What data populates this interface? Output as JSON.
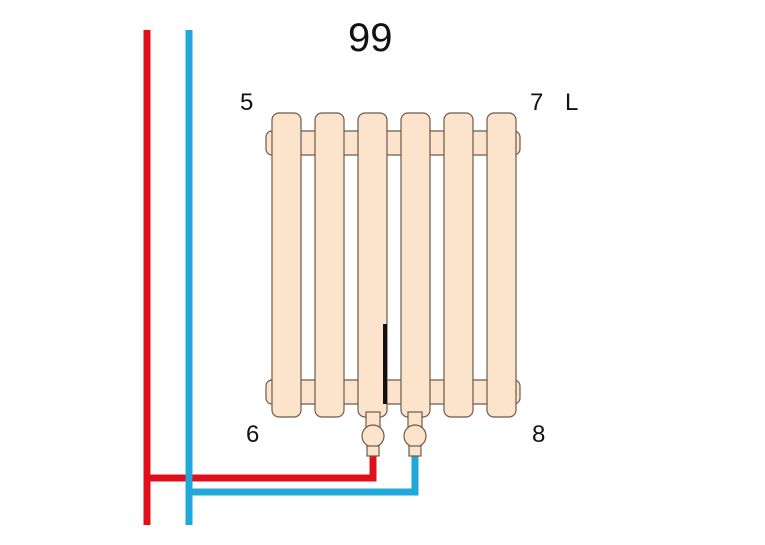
{
  "diagram": {
    "title": "99",
    "labels": {
      "top_left": "5",
      "top_right": "7",
      "side": "L",
      "bottom_left": "6",
      "bottom_right": "8"
    },
    "radiator": {
      "section_count": 6,
      "color": "#FCE3CB",
      "outline": "#6E5A4A"
    },
    "pipes": {
      "supply_color": "#E0101A",
      "return_color": "#1FA8D8"
    },
    "handle_color": "#111111"
  }
}
